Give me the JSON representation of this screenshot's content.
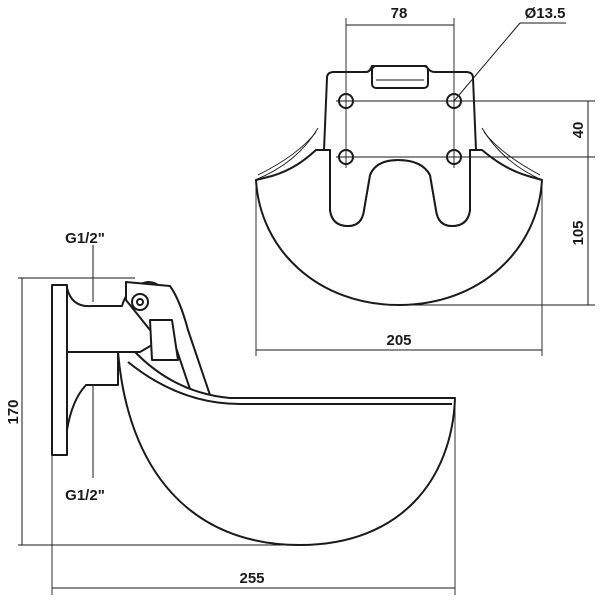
{
  "drawing": {
    "top_view": {
      "dim_hole_spacing_horizontal": "78",
      "dim_hole_diameter": "Ø13.5",
      "dim_hole_spacing_vertical": "40",
      "dim_depth": "105",
      "dim_width": "205"
    },
    "side_view": {
      "thread_top": "G1/2\"",
      "thread_bottom": "G1/2\"",
      "dim_height": "170",
      "dim_length": "255"
    }
  }
}
